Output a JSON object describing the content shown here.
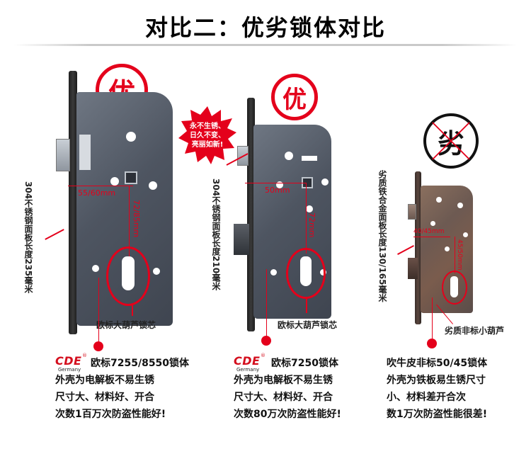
{
  "title": "对比二：优劣锁体对比",
  "badges": {
    "good_1": "优",
    "good_2": "优",
    "bad": "劣"
  },
  "starburst": {
    "line1": "永不生锈、",
    "line2": "日久不变、",
    "line3": "亮丽如新!"
  },
  "lock_1": {
    "side_label": "304不锈钢面板长度235毫米",
    "dim_horizontal": "55/60mm",
    "dim_vertical": "72/85mm",
    "keyhole_caption": "欧标大葫芦锁芯"
  },
  "lock_2": {
    "side_label": "304不锈钢面板长度210毫米",
    "dim_horizontal": "50mm",
    "dim_vertical": "72mm",
    "keyhole_caption": "欧标大葫芦锁芯"
  },
  "lock_3": {
    "side_label": "劣质铁合金面板长度130/165毫米",
    "dim_horizontal": "40/45mm",
    "dim_vertical": "45/50mm",
    "keyhole_caption": "劣质非标小葫芦"
  },
  "brand": {
    "name": "CDE",
    "sub": "Germany",
    "reg": "®"
  },
  "descriptions": {
    "col_1": [
      "欧标7255/8550锁体",
      "外壳为电解板不易生锈",
      "尺寸大、材料好、开合",
      "次数1百万次防盗性能好!"
    ],
    "col_2": [
      "欧标7250锁体",
      "外壳为电解板不易生锈",
      "尺寸大、材料好、开合",
      "次数80万次防盗性能好!"
    ],
    "col_3": [
      "吹牛皮非标50/45锁体",
      "外壳为铁板易生锈尺寸",
      "小、材料差开合次",
      "数1万次防盗性能很差!"
    ]
  },
  "colors": {
    "accent_red": "#e4001b",
    "steel": "#4e5561",
    "rust": "#6d5a52",
    "brand_red": "#d40f1e"
  }
}
